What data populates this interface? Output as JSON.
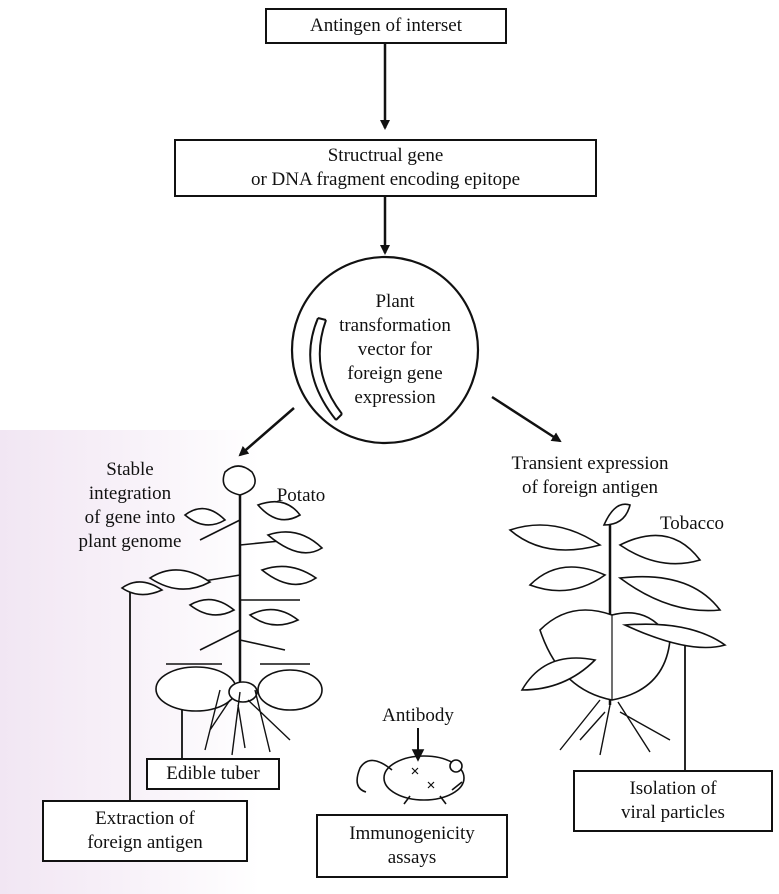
{
  "nodes": {
    "antigen": "Antingen of interset",
    "gene_line1": "Structrual gene",
    "gene_line2": "or DNA fragment encoding epitope",
    "vector_line1": "Plant",
    "vector_line2": "transformation",
    "vector_line3": "vector for",
    "vector_line4": "foreign gene",
    "vector_line5": "expression",
    "stable_line1": "Stable",
    "stable_line2": "integration",
    "stable_line3": "of gene into",
    "stable_line4": "plant genome",
    "transient_line1": "Transient expression",
    "transient_line2": "of foreign antigen",
    "potato": "Potato",
    "tobacco": "Tobacco",
    "tuber": "Edible tuber",
    "extraction_line1": "Extraction of",
    "extraction_line2": "foreign antigen",
    "antibody": "Antibody",
    "immuno_line1": "Immunogenicity",
    "immuno_line2": "assays",
    "isolation_line1": "Isolation of",
    "isolation_line2": "viral particles"
  },
  "icons": [
    "potato-plant-icon",
    "tobacco-plant-icon",
    "mouse-icon"
  ],
  "colors": {
    "ink": "#111111",
    "background_tint": "#f1e6f3"
  }
}
